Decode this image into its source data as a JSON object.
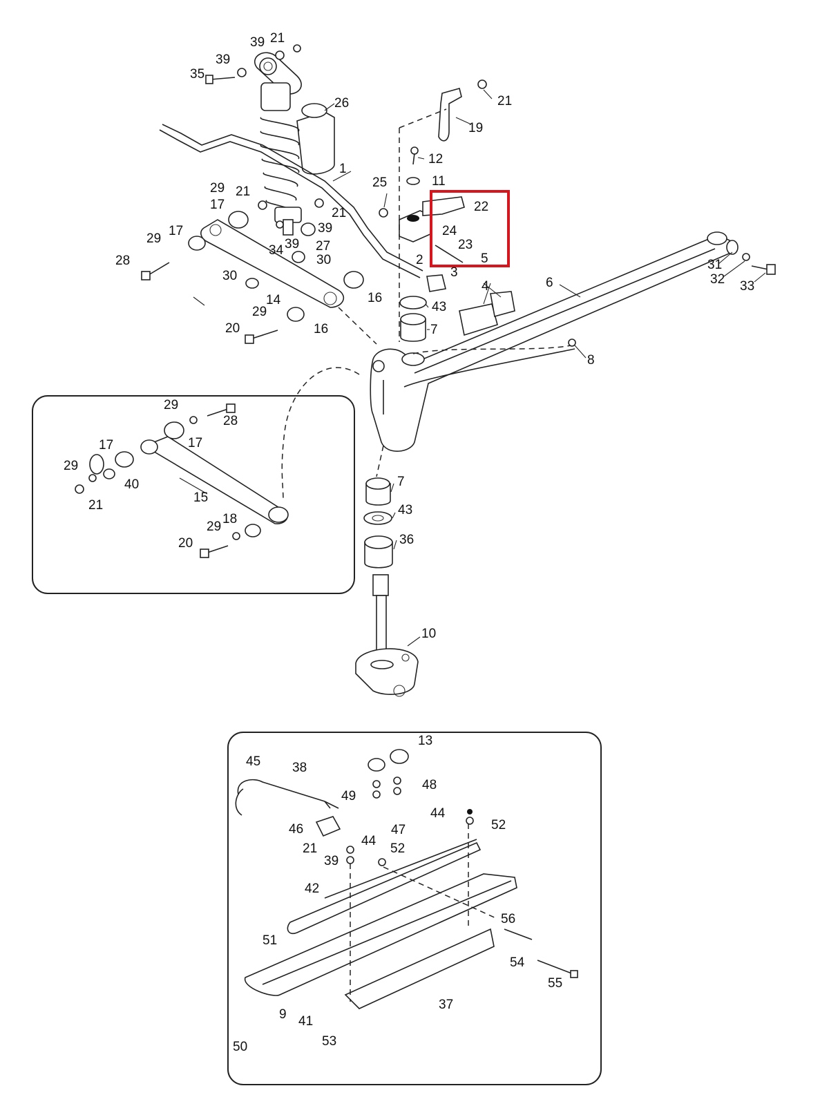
{
  "diagram": {
    "highlight_color": "#d8141c",
    "labels": {
      "p1": "1",
      "p2": "2",
      "p3": "3",
      "p4": "4",
      "p5": "5",
      "p6": "6",
      "p7a": "7",
      "p7b": "7",
      "p8": "8",
      "p9": "9",
      "p10": "10",
      "p11": "11",
      "p12": "12",
      "p13": "13",
      "p14": "14",
      "p15": "15",
      "p16a": "16",
      "p16b": "16",
      "p17a": "17",
      "p17b": "17",
      "p17c": "17",
      "p17d": "17",
      "p18": "18",
      "p19": "19",
      "p20a": "20",
      "p20b": "20",
      "p21a": "21",
      "p21b": "21",
      "p21c": "21",
      "p21d": "21",
      "p21e": "21",
      "p21f": "21",
      "p22": "22",
      "p23": "23",
      "p24": "24",
      "p25": "25",
      "p26": "26",
      "p27": "27",
      "p28a": "28",
      "p28b": "28",
      "p29a": "29",
      "p29b": "29",
      "p29c": "29",
      "p29d": "29",
      "p29e": "29",
      "p29f": "29",
      "p30a": "30",
      "p30b": "30",
      "p31": "31",
      "p32": "32",
      "p33": "33",
      "p34": "34",
      "p35": "35",
      "p36": "36",
      "p37": "37",
      "p38": "38",
      "p39a": "39",
      "p39b": "39",
      "p39c": "39",
      "p39d": "39",
      "p39e": "39",
      "p40": "40",
      "p41": "41",
      "p42": "42",
      "p43a": "43",
      "p43b": "43",
      "p44a": "44",
      "p44b": "44",
      "p45": "45",
      "p46": "46",
      "p47": "47",
      "p48": "48",
      "p49": "49",
      "p50": "50",
      "p51": "51",
      "p52a": "52",
      "p52b": "52",
      "p53": "53",
      "p54": "54",
      "p55": "55",
      "p56": "56"
    }
  }
}
